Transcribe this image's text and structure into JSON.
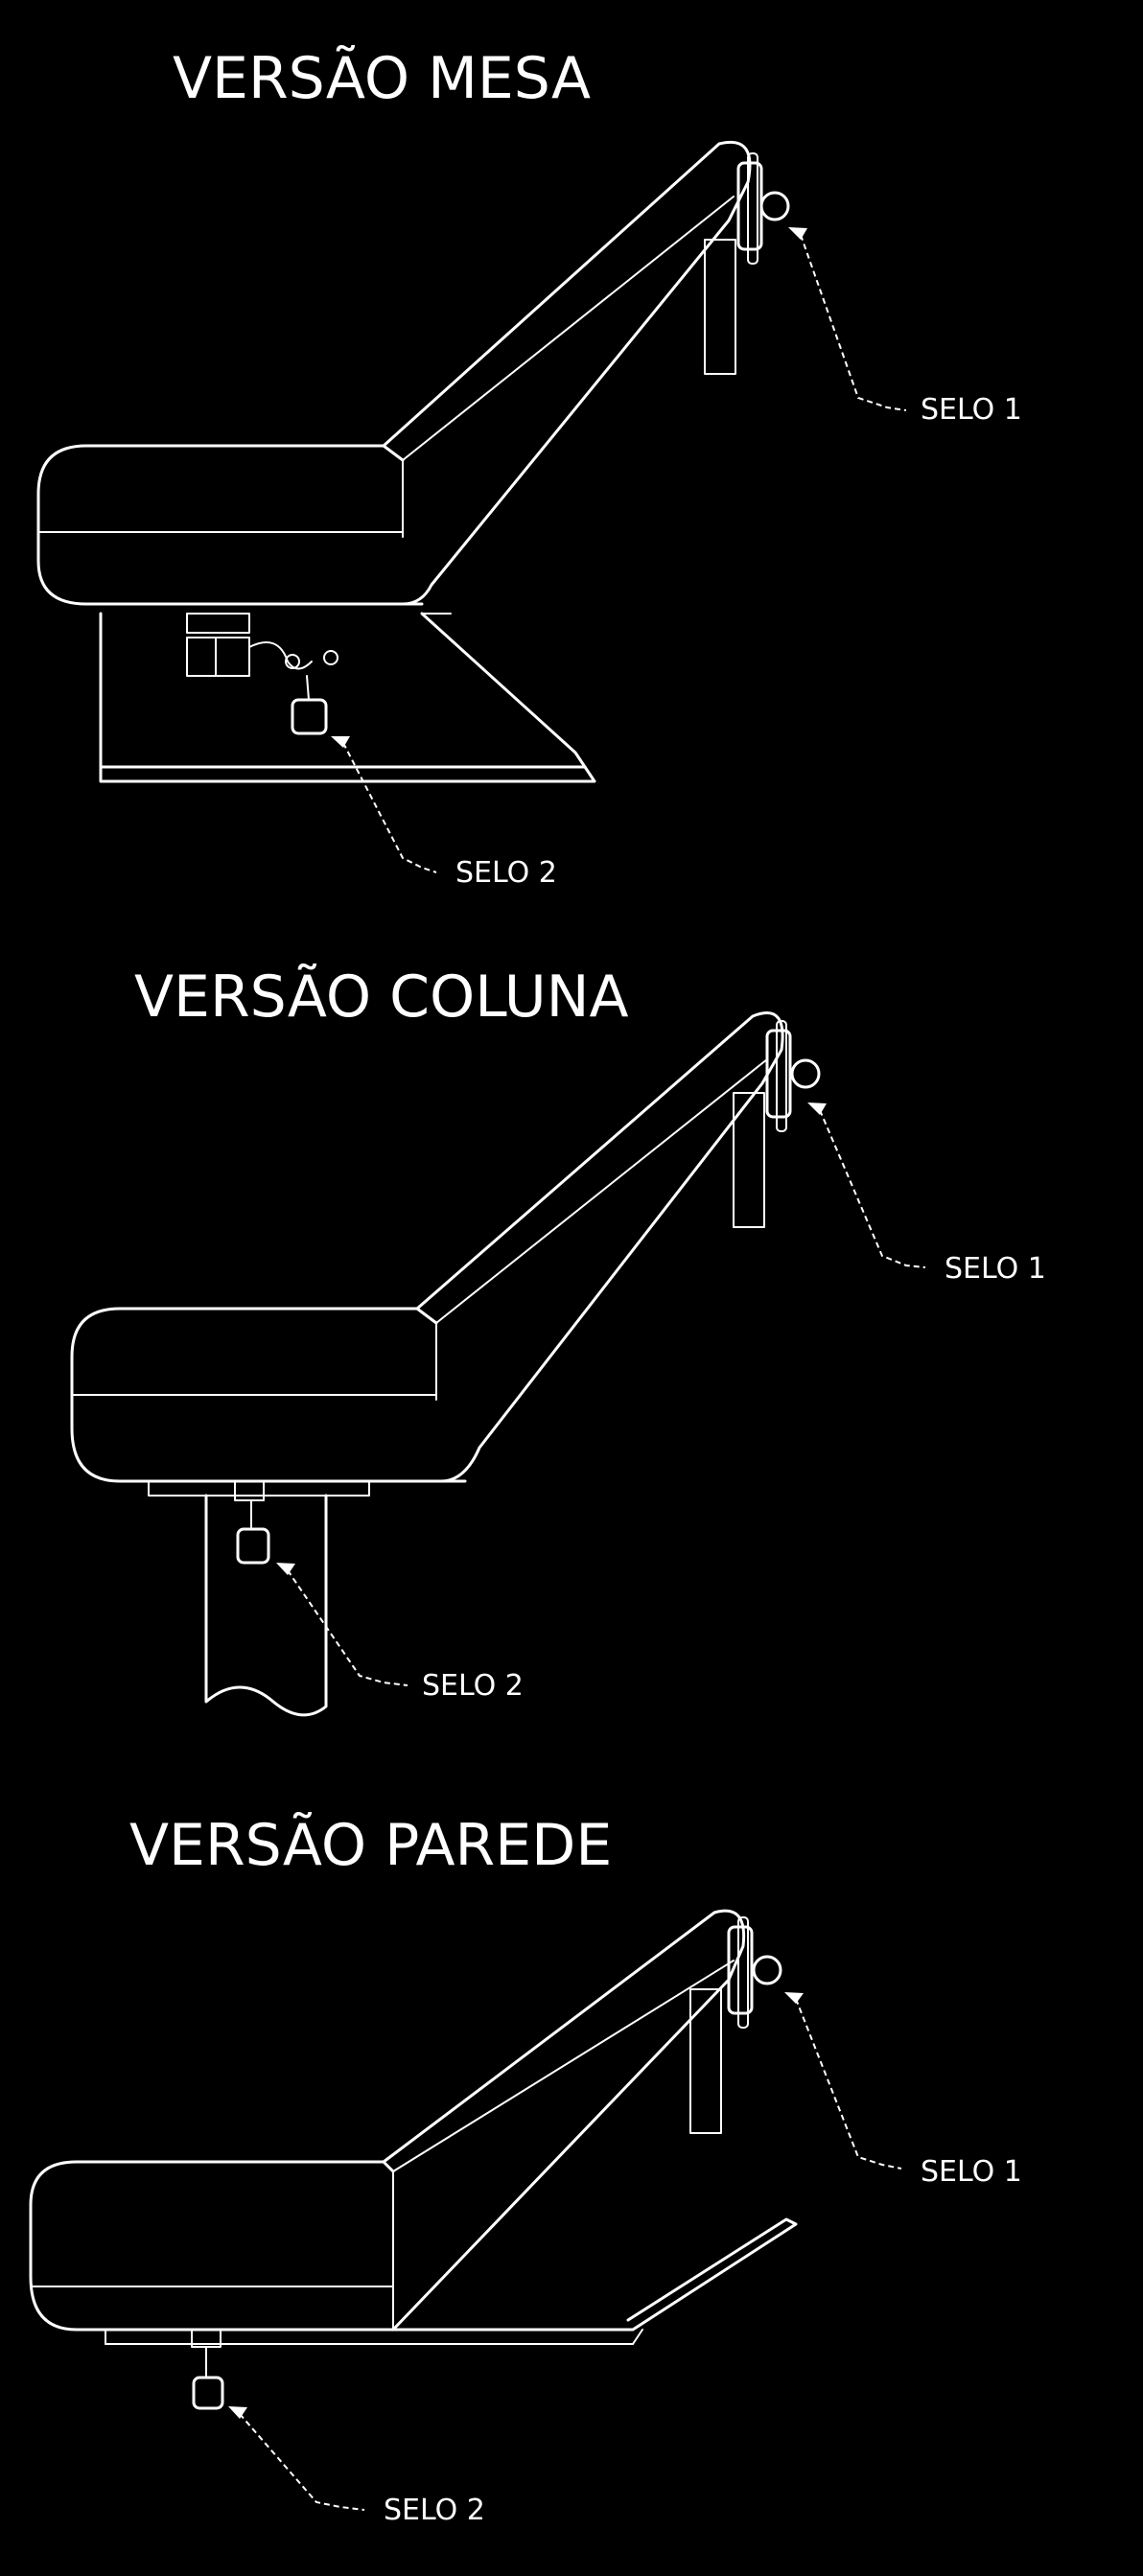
{
  "sections": [
    {
      "title": "VERSÃO MESA",
      "label_1": "SELO 1",
      "label_2": "SELO 2"
    },
    {
      "title": "VERSÃO COLUNA",
      "label_1": "SELO 1",
      "label_2": "SELO 2"
    },
    {
      "title": "VERSÃO PAREDE",
      "label_1": "SELO 1",
      "label_2": "SELO 2"
    }
  ],
  "colors": {
    "background": "#000000",
    "line": "#ffffff"
  }
}
